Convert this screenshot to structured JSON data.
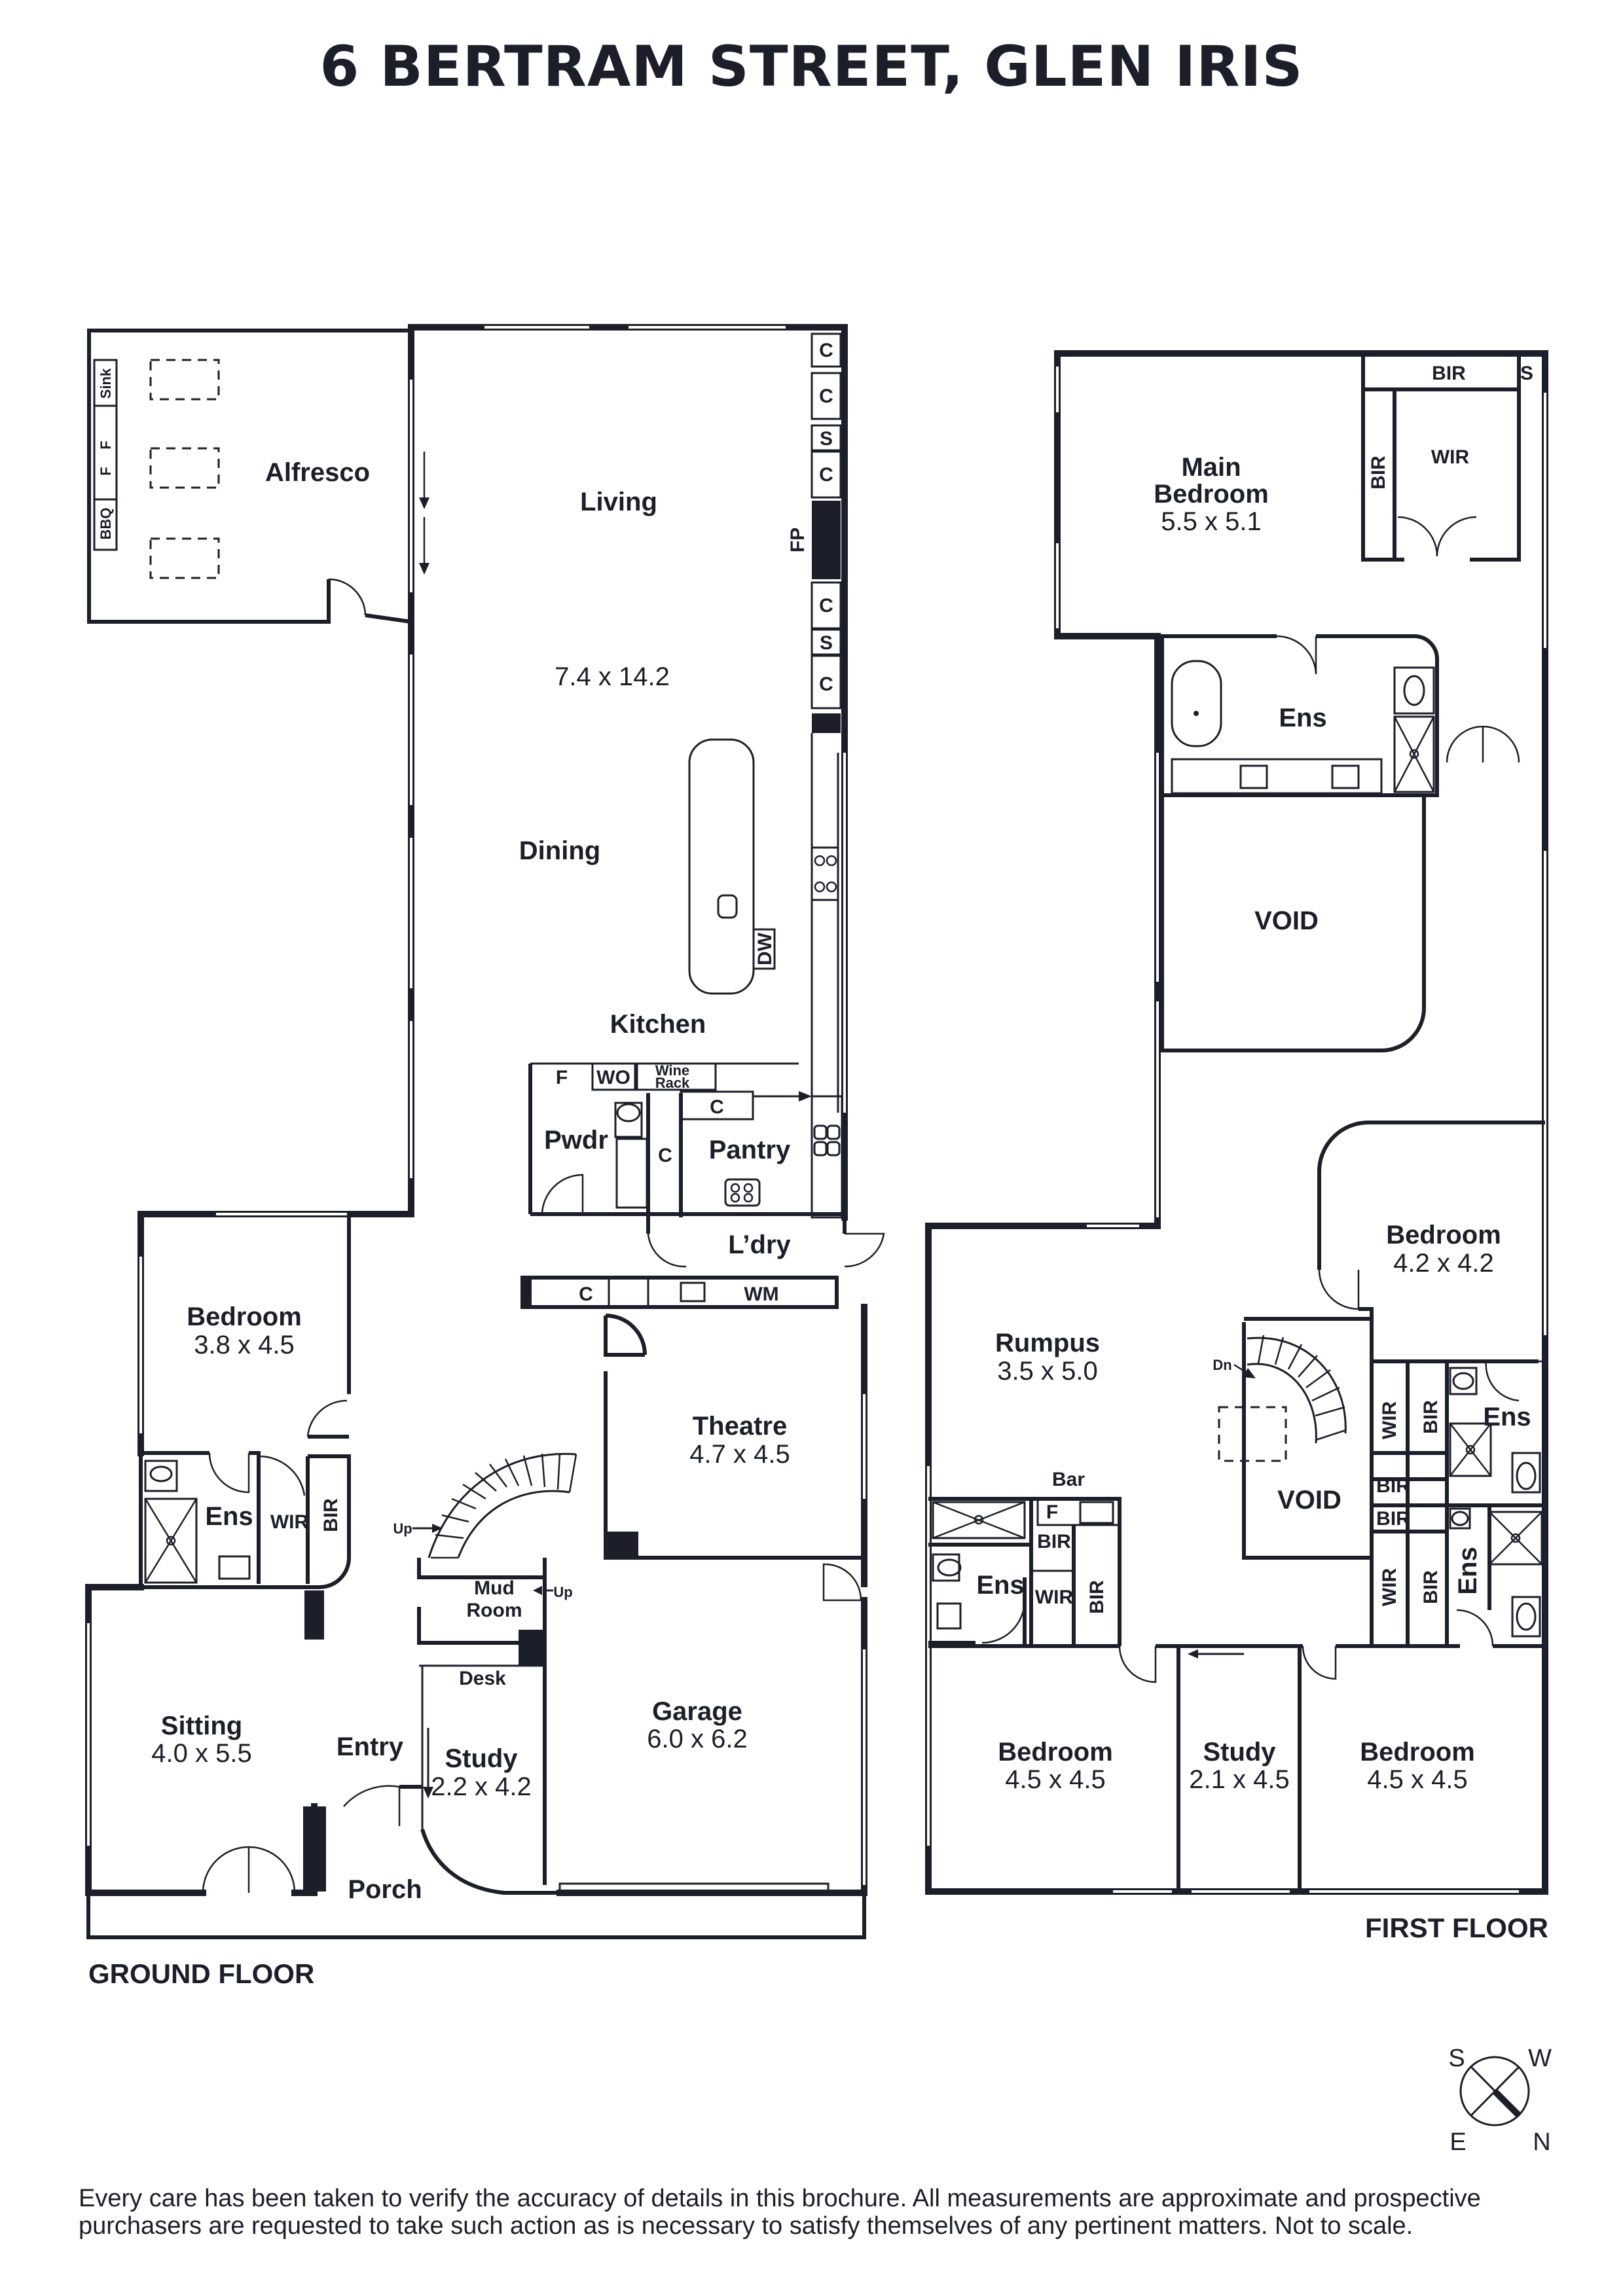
{
  "title": "6 BERTRAM STREET, GLEN IRIS",
  "floors": {
    "ground": "GROUND FLOOR",
    "first": "FIRST FLOOR"
  },
  "ground_rooms": {
    "alfresco": "Alfresco",
    "living": "Living",
    "living_dims": "7.4 x 14.2",
    "dining": "Dining",
    "kitchen": "Kitchen",
    "pwdr": "Pwdr",
    "pantry": "Pantry",
    "laundry": "L’dry",
    "bedroom": "Bedroom",
    "bedroom_dims": "3.8 x 4.5",
    "ens": "Ens",
    "wir": "WIR",
    "bir": "BIR",
    "theatre": "Theatre",
    "theatre_dims": "4.7 x 4.5",
    "mud_room_1": "Mud",
    "mud_room_2": "Room",
    "desk": "Desk",
    "study": "Study",
    "study_dims": "2.2 x 4.2",
    "garage": "Garage",
    "garage_dims": "6.0 x 6.2",
    "sitting": "Sitting",
    "sitting_dims": "4.0 x 5.5",
    "entry": "Entry",
    "porch": "Porch",
    "up": "Up"
  },
  "ground_fixtures": {
    "sink": "Sink",
    "f": "F",
    "bbq": "BBQ",
    "c": "C",
    "s": "S",
    "fp": "FP",
    "dw": "DW",
    "wo": "WO",
    "wine_1": "Wine",
    "wine_2": "Rack",
    "wm": "WM"
  },
  "first_rooms": {
    "main_bedroom_1": "Main",
    "main_bedroom_2": "Bedroom",
    "main_bedroom_dims": "5.5 x 5.1",
    "bir": "BIR",
    "wir": "WIR",
    "s": "S",
    "ens": "Ens",
    "void": "VOID",
    "bedroom": "Bedroom",
    "bedroom_ne_dims": "4.2 x 4.2",
    "rumpus": "Rumpus",
    "rumpus_dims": "3.5 x 5.0",
    "dn": "Dn",
    "bar": "Bar",
    "f": "F",
    "bedroom_sw_dims": "4.5 x 4.5",
    "study": "Study",
    "study_dims": "2.1 x 4.5",
    "bedroom_se_dims": "4.5 x 4.5"
  },
  "compass": {
    "s": "S",
    "w": "W",
    "e": "E",
    "n": "N"
  },
  "disclaimer": "Every care has been taken to verify the accuracy of details in this brochure. All measurements are approximate and prospective purchasers are requested to take such action as is necessary to satisfy themselves of any pertinent matters. Not to scale.",
  "colors": {
    "ink": "#1c1f2a",
    "background": "#ffffff"
  }
}
